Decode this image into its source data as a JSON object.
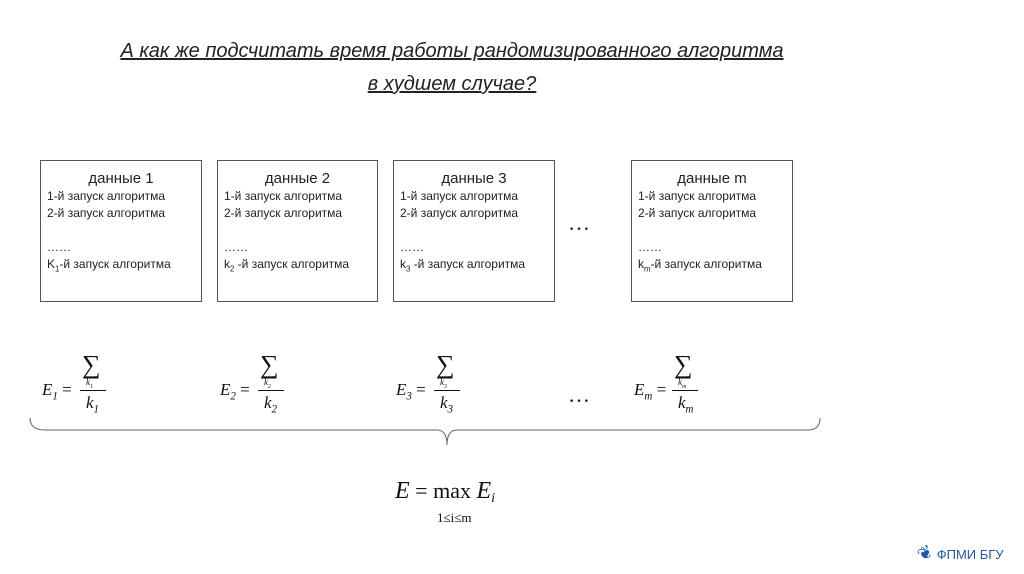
{
  "title": {
    "line1": "А  как же подсчитать время работы рандомизированного алгоритма",
    "line2": "в худшем случае?"
  },
  "boxes": [
    {
      "header": "данные 1",
      "run1": "1-й запуск алгоритма",
      "run2": "2-й запуск алгоритма",
      "ellipsis": "……",
      "last_k": "K",
      "last_sub": "1",
      "last_rest": "-й запуск алгоритма"
    },
    {
      "header": "данные 2",
      "run1": "1-й запуск алгоритма",
      "run2": "2-й запуск алгоритма",
      "ellipsis": "……",
      "last_k": "k",
      "last_sub": "2",
      "last_rest": " -й запуск алгоритма"
    },
    {
      "header": "данные 3",
      "run1": "1-й запуск алгоритма",
      "run2": "2-й запуск алгоритма",
      "ellipsis": "……",
      "last_k": "k",
      "last_sub": "3",
      "last_rest": " -й запуск алгоритма"
    },
    {
      "header": "данные m",
      "run1": "1-й запуск алгоритма",
      "run2": "2-й запуск алгоритма",
      "ellipsis": "……",
      "last_k": "k",
      "last_sub": "m",
      "last_rest": "-й запуск алгоритма"
    }
  ],
  "ellipsis": "…",
  "formulas": [
    {
      "E": "E",
      "sub": "1",
      "eq": " =",
      "sigma": "∑",
      "k": "k",
      "ksub": "1"
    },
    {
      "E": "E",
      "sub": "2",
      "eq": " =",
      "sigma": "∑",
      "k": "k",
      "ksub": "2"
    },
    {
      "E": "E",
      "sub": "3",
      "eq": " =",
      "sigma": "∑",
      "k": "k",
      "ksub": "3"
    },
    {
      "E": "E",
      "sub": "m",
      "eq": " =",
      "sigma": "∑",
      "k": "k",
      "ksub": "m"
    }
  ],
  "final": {
    "lhs": "E",
    "eq": " = max ",
    "rhs": "E",
    "rhs_sub": "i",
    "range": "1≤i≤m"
  },
  "logo": {
    "text": "ФПМИ БГУ"
  }
}
